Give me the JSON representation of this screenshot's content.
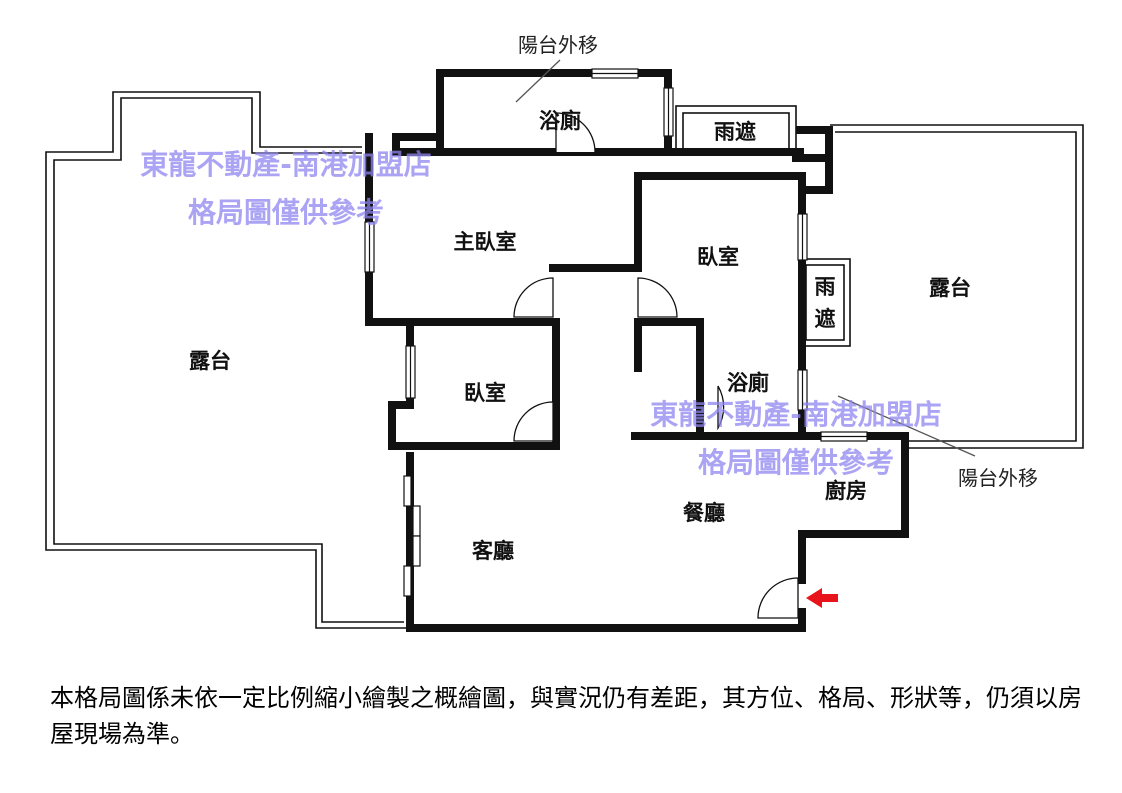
{
  "rooms": {
    "terrace_left": "露台",
    "terrace_right": "露台",
    "bath_top": "浴廁",
    "canopy_top": "雨遮",
    "canopy_side_1": "雨",
    "canopy_side_2": "遮",
    "master_bedroom": "主臥室",
    "bedroom_right": "臥室",
    "bedroom_left": "臥室",
    "bath_lower": "浴廁",
    "kitchen": "廚房",
    "dining": "餐廳",
    "living": "客廳"
  },
  "callouts": {
    "balcony_top": "陽台外移",
    "balcony_right": "陽台外移"
  },
  "watermarks": {
    "top_line1": "東龍不動產-南港加盟店",
    "top_line2": "格局圖僅供參考",
    "mid_line1": "東龍不動產-南港加盟店",
    "mid_line2": "格局圖僅供參考"
  },
  "disclaimer": "本格局圖係未依一定比例縮小繪製之概繪圖，與實況仍有差距，其方位、格局、形狀等，仍須以房屋現場為準。",
  "colors": {
    "wall": "#111111",
    "entrance_arrow": "#e8141b",
    "watermark": "#8f86f0"
  }
}
